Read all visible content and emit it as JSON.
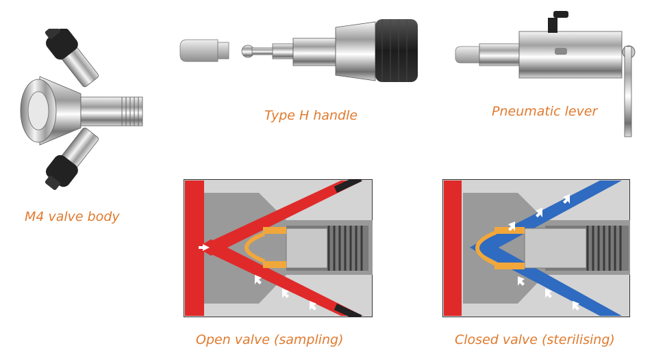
{
  "captions": {
    "m4_valve_body": "M4 valve body",
    "type_h_handle": "Type H handle",
    "pneumatic_lever": "Pneumatic lever",
    "open_valve": "Open valve (sampling)",
    "closed_valve": "Closed valve (sterilising)"
  },
  "colors": {
    "caption": "#e07a2e",
    "open_flow": "#e02a2a",
    "closed_flow": "#2f6bc0",
    "body_grey": "#8c8c8c",
    "seal_orange": "#f2a73b"
  },
  "icons": {
    "flow_arrow": "arrow-icon"
  }
}
